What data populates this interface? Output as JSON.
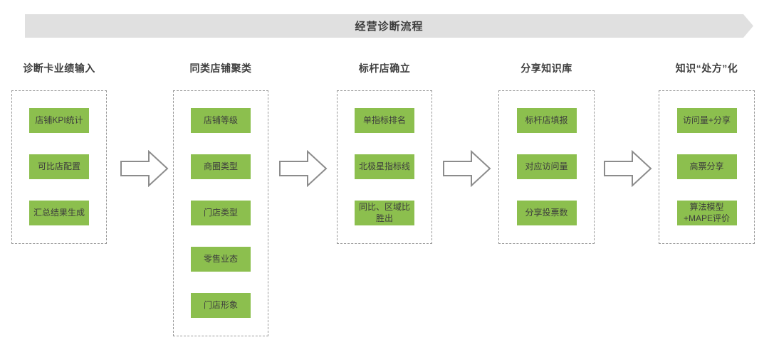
{
  "banner": {
    "title": "经营诊断流程"
  },
  "columns": [
    {
      "header": "诊断卡业绩输入",
      "items": [
        "店铺KPI统计",
        "可比店配置",
        "汇总结果生成"
      ]
    },
    {
      "header": "同类店铺聚类",
      "items": [
        "店铺等级",
        "商圈类型",
        "门店类型",
        "零售业态",
        "门店形象"
      ]
    },
    {
      "header": "标杆店确立",
      "items": [
        "单指标排名",
        "北极星指标线",
        "同比、区域比\n胜出"
      ]
    },
    {
      "header": "分享知识库",
      "items": [
        "标杆店填报",
        "对应访问量",
        "分享投票数"
      ]
    },
    {
      "header": "知识“处方”化",
      "items": [
        "访问量+分享",
        "高票分享",
        "算法模型\n+MAPE评价"
      ]
    }
  ],
  "colors": {
    "node_green": "#8cbf4e",
    "banner_bg": "#e0e0e0",
    "dashed_border": "#999999",
    "arrow_stroke": "#8c8c8c",
    "text_dark": "#3f3f3f"
  }
}
